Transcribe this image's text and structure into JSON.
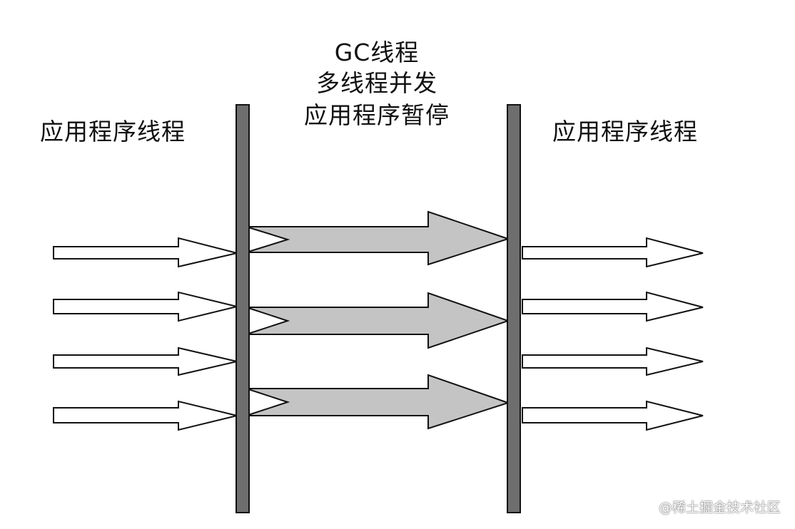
{
  "labels": {
    "left_threads": "应用程序线程",
    "right_threads": "应用程序线程",
    "gc_line1": "GC线程",
    "gc_line2": "多线程并发",
    "gc_line3": "应用程序暂停"
  },
  "watermark": "@稀土掘金技术社区",
  "colors": {
    "barrier": "#6e6e6e",
    "gc_arrow_fill": "#c4c4c4",
    "thread_arrow_fill": "#ffffff",
    "stroke": "#111111"
  },
  "counts": {
    "application_threads_before": 4,
    "gc_threads": 3,
    "application_threads_after": 4
  }
}
